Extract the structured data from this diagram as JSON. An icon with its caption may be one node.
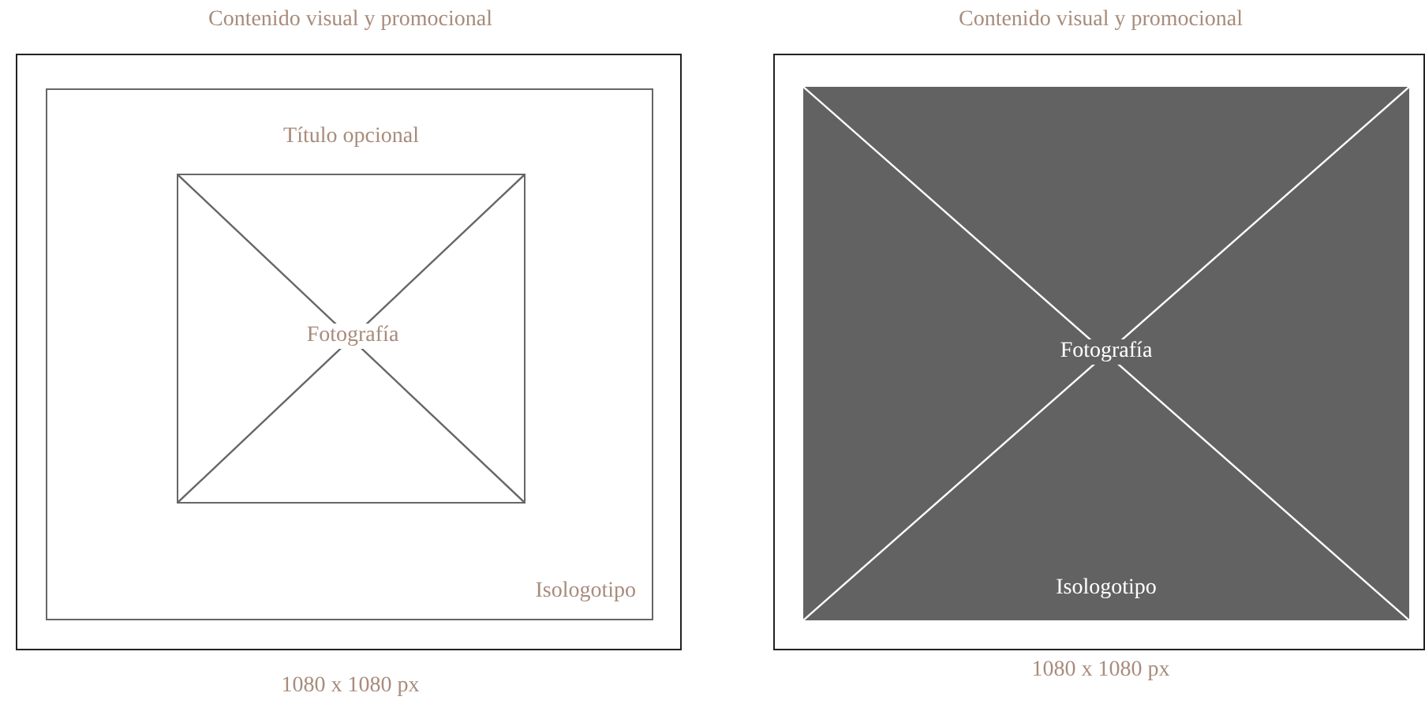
{
  "diagram": {
    "nodes": [
      {
        "text": [
          "Contenido visual y promocional"
        ],
        "beside": [
          "1080 x 1080 px"
        ]
      },
      {
        "text": [
          "Título opcional",
          "Isologotipo"
        ],
        "in": 0
      },
      {
        "text": [
          "Fotografía"
        ],
        "in": 1
      },
      {
        "text": [
          "Contenido visual y promocional"
        ],
        "beside": [
          "1080 x 1080 px"
        ]
      },
      {
        "text": [
          "Fotografía",
          "Isologotipo"
        ],
        "in": 3
      }
    ],
    "edges": []
  }
}
